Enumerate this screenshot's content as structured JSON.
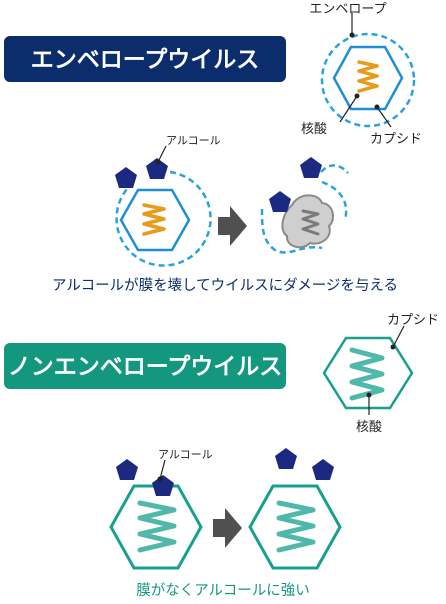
{
  "colors": {
    "navy": "#0b2d6b",
    "teal": "#13977f",
    "dashed_blue": "#2aa3dd",
    "orange": "#e89a1a",
    "hex_blue": "#1e8fd6",
    "hex_teal": "#17a08d",
    "spring_teal": "#4fb8aa",
    "alcohol": "#1c2980",
    "arrow_gray": "#505050",
    "damaged_gray": "#8a8a8a",
    "damaged_fill": "#cfcfcf"
  },
  "enveloped": {
    "title": "エンベロープウイルス",
    "labels": {
      "envelope": "エンベロープ",
      "nucleic_acid": "核酸",
      "capsid": "カプシド"
    },
    "alcohol_label": "アルコール",
    "caption": "アルコールが膜を壊してウイルスにダメージを与える"
  },
  "non_enveloped": {
    "title": "ノンエンベロープウイルス",
    "labels": {
      "capsid": "カプシド",
      "nucleic_acid": "核酸"
    },
    "alcohol_label": "アルコール",
    "caption": "膜がなくアルコールに強い"
  },
  "icons": {
    "alcohol_molecule": "pentagon-icon",
    "process_arrow": "arrow-right-icon"
  }
}
